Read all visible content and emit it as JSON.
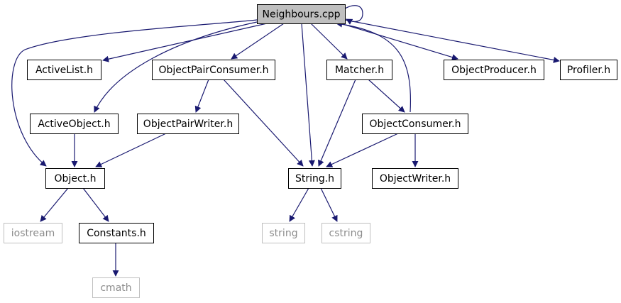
{
  "graph": {
    "colors": {
      "edge": "#191970",
      "node_border": "#000000",
      "node_fill": "#ffffff",
      "root_fill": "#bfbfbf",
      "system_border": "#bfbfbf",
      "system_text": "#8c8c8c",
      "text": "#000000"
    },
    "nodes": [
      {
        "id": "neighbours",
        "label": "Neighbours.cpp",
        "kind": "root"
      },
      {
        "id": "activelist",
        "label": "ActiveList.h",
        "kind": "header"
      },
      {
        "id": "objectpairconsumer",
        "label": "ObjectPairConsumer.h",
        "kind": "header"
      },
      {
        "id": "matcher",
        "label": "Matcher.h",
        "kind": "header"
      },
      {
        "id": "objectproducer",
        "label": "ObjectProducer.h",
        "kind": "header"
      },
      {
        "id": "profiler",
        "label": "Profiler.h",
        "kind": "header"
      },
      {
        "id": "activeobject",
        "label": "ActiveObject.h",
        "kind": "header"
      },
      {
        "id": "objectpairwriter",
        "label": "ObjectPairWriter.h",
        "kind": "header"
      },
      {
        "id": "objectconsumer",
        "label": "ObjectConsumer.h",
        "kind": "header"
      },
      {
        "id": "object",
        "label": "Object.h",
        "kind": "header"
      },
      {
        "id": "stringh",
        "label": "String.h",
        "kind": "header"
      },
      {
        "id": "objectwriter",
        "label": "ObjectWriter.h",
        "kind": "header"
      },
      {
        "id": "iostream",
        "label": "iostream",
        "kind": "system"
      },
      {
        "id": "constants",
        "label": "Constants.h",
        "kind": "header"
      },
      {
        "id": "string",
        "label": "string",
        "kind": "system"
      },
      {
        "id": "cstring",
        "label": "cstring",
        "kind": "system"
      },
      {
        "id": "cmath",
        "label": "cmath",
        "kind": "system"
      }
    ],
    "edges": [
      {
        "from": "neighbours",
        "to": "neighbours"
      },
      {
        "from": "neighbours",
        "to": "activelist"
      },
      {
        "from": "neighbours",
        "to": "objectpairconsumer"
      },
      {
        "from": "neighbours",
        "to": "matcher"
      },
      {
        "from": "neighbours",
        "to": "objectproducer"
      },
      {
        "from": "neighbours",
        "to": "profiler"
      },
      {
        "from": "neighbours",
        "to": "activeobject"
      },
      {
        "from": "neighbours",
        "to": "object"
      },
      {
        "from": "neighbours",
        "to": "stringh"
      },
      {
        "from": "neighbours",
        "to": "objectconsumer"
      },
      {
        "from": "objectpairconsumer",
        "to": "objectpairwriter"
      },
      {
        "from": "objectpairconsumer",
        "to": "stringh"
      },
      {
        "from": "matcher",
        "to": "stringh"
      },
      {
        "from": "matcher",
        "to": "objectconsumer"
      },
      {
        "from": "activeobject",
        "to": "object"
      },
      {
        "from": "objectpairwriter",
        "to": "object"
      },
      {
        "from": "objectconsumer",
        "to": "stringh"
      },
      {
        "from": "objectconsumer",
        "to": "objectwriter"
      },
      {
        "from": "object",
        "to": "iostream"
      },
      {
        "from": "object",
        "to": "constants"
      },
      {
        "from": "stringh",
        "to": "string"
      },
      {
        "from": "stringh",
        "to": "cstring"
      },
      {
        "from": "constants",
        "to": "cmath"
      }
    ]
  }
}
